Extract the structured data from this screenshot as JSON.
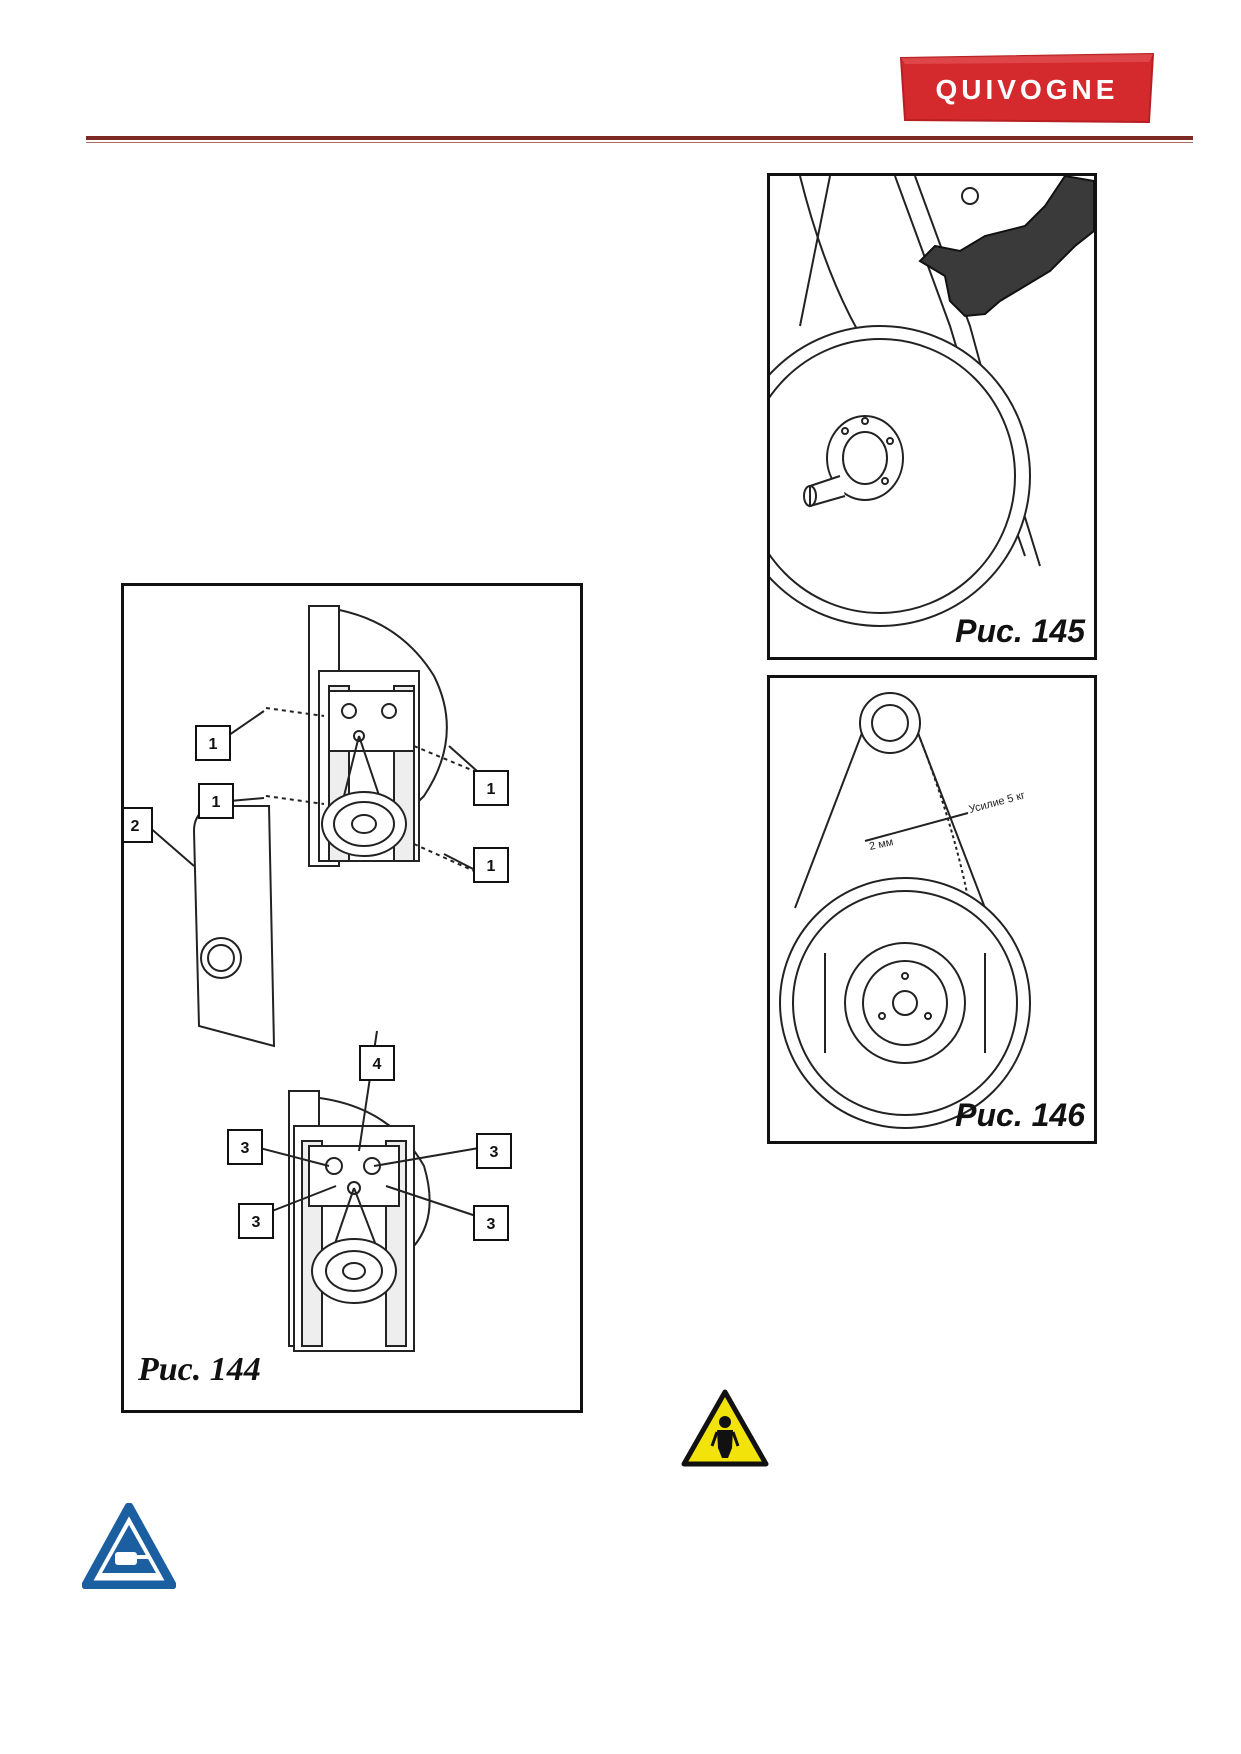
{
  "header": {
    "logo_text": "QUIVOGNE",
    "brand_color": "#d42a2e",
    "rule_color": "#7d2a24"
  },
  "figures": {
    "fig144": {
      "caption": "Рис. 144",
      "callouts": [
        "1",
        "1",
        "1",
        "1",
        "2",
        "3",
        "3",
        "3",
        "3",
        "4"
      ]
    },
    "fig145": {
      "caption": "Рис. 145"
    },
    "fig146": {
      "caption": "Рис. 146",
      "label_deflection": "2 мм",
      "label_force": "Усилие 5 кг"
    }
  },
  "icons": {
    "note_icon": "pointing-hand-note-icon",
    "warning_icon": "protective-equipment-warning-icon"
  }
}
